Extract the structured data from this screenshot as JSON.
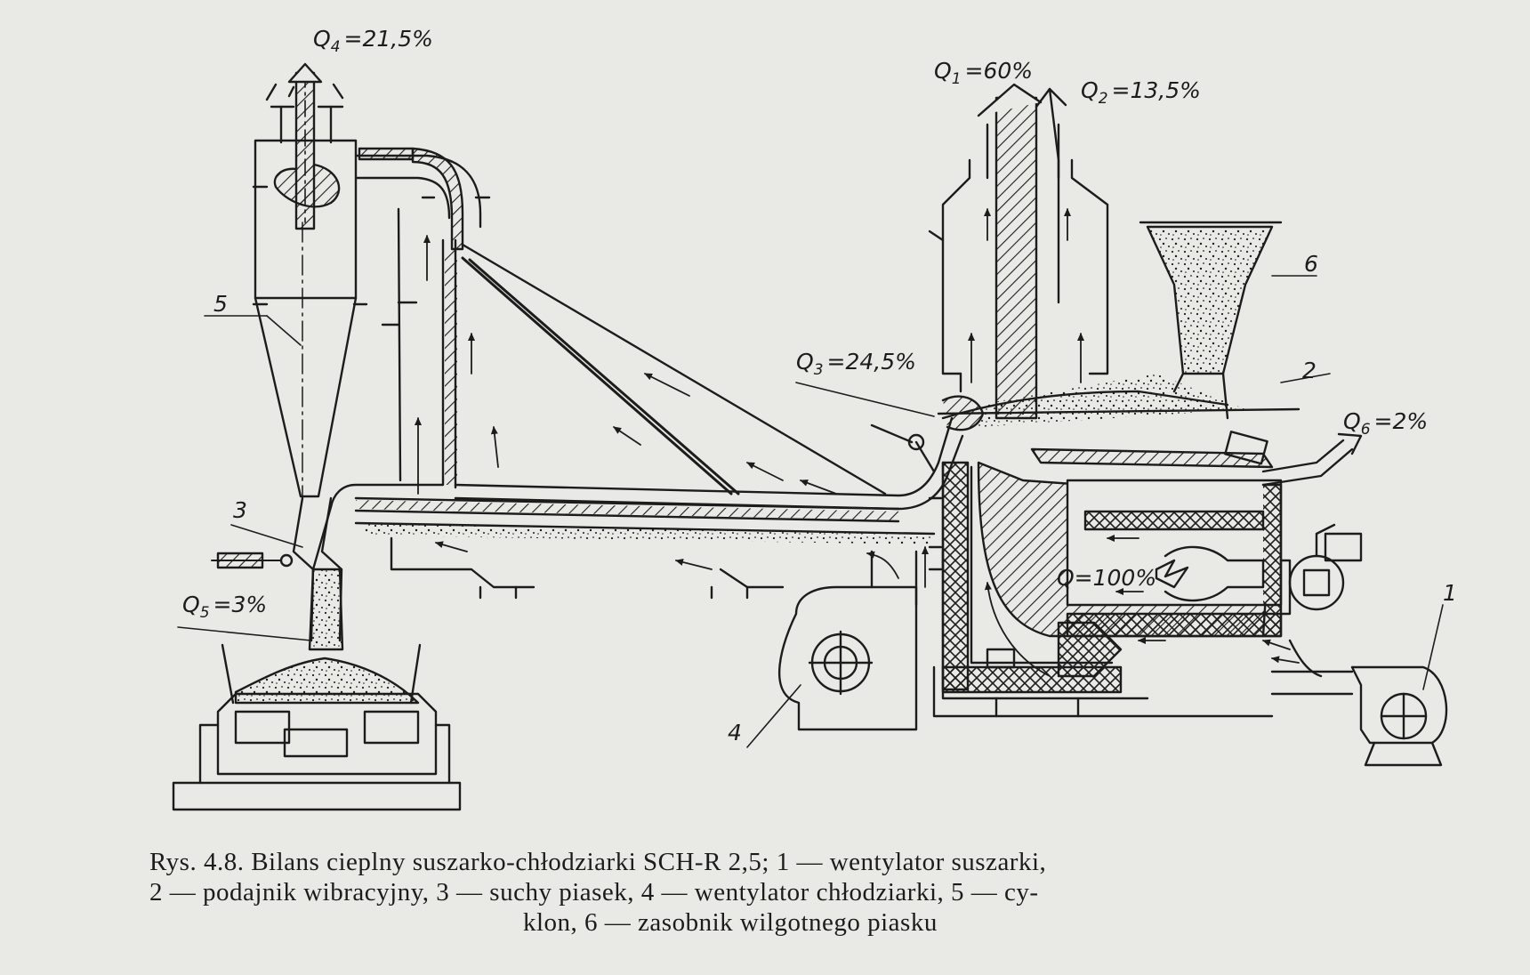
{
  "labels": {
    "q4": "Q4 =21,5%",
    "q1": "Q1 =60%",
    "q2": "Q2 =13,5%",
    "q3": "Q3 =24,5%",
    "q6": "Q6 =2%",
    "q": "Q=100%",
    "q5": "Q5 =3%"
  },
  "q_labels": {
    "q4": {
      "letter": "Q",
      "sub": "4",
      "rest": "=21,5%"
    },
    "q1": {
      "letter": "Q",
      "sub": "1",
      "rest": "=60%"
    },
    "q2": {
      "letter": "Q",
      "sub": "2",
      "rest": "=13,5%"
    },
    "q3": {
      "letter": "Q",
      "sub": "3",
      "rest": "=24,5%"
    },
    "q6": {
      "letter": "Q",
      "sub": "6",
      "rest": "=2%"
    },
    "q5": {
      "letter": "Q",
      "sub": "5",
      "rest": "=3%"
    }
  },
  "numbers": {
    "n1": "1",
    "n2": "2",
    "n3": "3",
    "n4": "4",
    "n5": "5",
    "n6": "6"
  },
  "caption": {
    "line1": "Rys. 4.8. Bilans cieplny suszarko-chłodziarki SCH-R 2,5; 1 — wentylator suszarki,",
    "line2": "2 — podajnik wibracyjny, 3 — suchy piasek, 4 — wentylator chłodziarki, 5 — cy-",
    "line3": "klon, 6 — zasobnik wilgotnego piasku"
  },
  "colors": {
    "ink": "#1c1c1c",
    "paper": "#e9e9e6"
  }
}
